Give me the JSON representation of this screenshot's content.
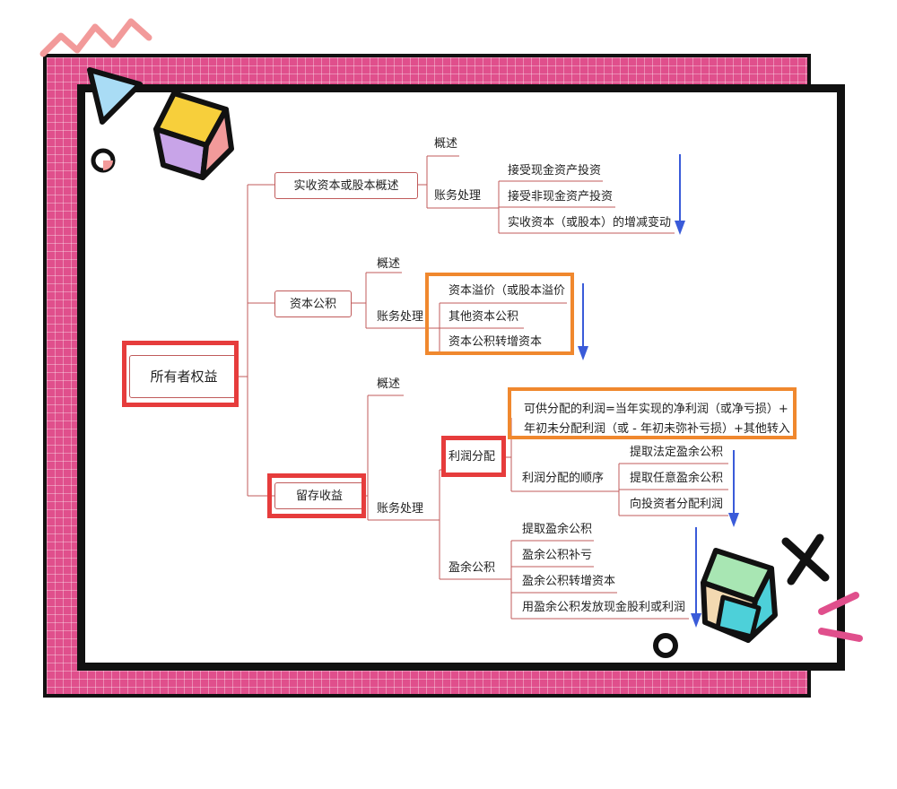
{
  "mindmap": {
    "root": "所有者权益",
    "branch1": {
      "label": "实收资本或股本概述",
      "overview": "概述",
      "accounting": "账务处理",
      "items": [
        "接受现金资产投资",
        "接受非现金资产投资",
        "实收资本（或股本）的增减变动"
      ]
    },
    "branch2": {
      "label": "资本公积",
      "overview": "概述",
      "accounting": "账务处理",
      "items": [
        "资本溢价（或股本溢价",
        "其他资本公积",
        "资本公积转增资本"
      ]
    },
    "branch3": {
      "label": "留存收益",
      "overview": "概述",
      "accounting": "账务处理",
      "profit_distribution": "利润分配",
      "formula_line1": "可供分配的利润=当年实现的净利润（或净亏损）+",
      "formula_line2": "年初未分配利润（或 - 年初未弥补亏损）+其他转入",
      "order": "利润分配的顺序",
      "order_items": [
        "提取法定盈余公积",
        "提取任意盈余公积",
        "向投资者分配利润"
      ],
      "surplus": "盈余公积",
      "surplus_items": [
        "提取盈余公积",
        "盈余公积补亏",
        "盈余公积转增资本",
        "用盈余公积发放现金股利或利润"
      ]
    }
  },
  "colors": {
    "frame_pink": "#e04f8c",
    "highlight_red": "#e63c3c",
    "highlight_orange": "#f0882e",
    "arrow_blue": "#3a5bd9",
    "connector": "#c05b5b"
  },
  "icons": [
    "zigzag-icon",
    "triangle-icon",
    "cube-icon",
    "circle-icon",
    "cross-icon",
    "dash-icon",
    "blue-arrow-icon"
  ]
}
